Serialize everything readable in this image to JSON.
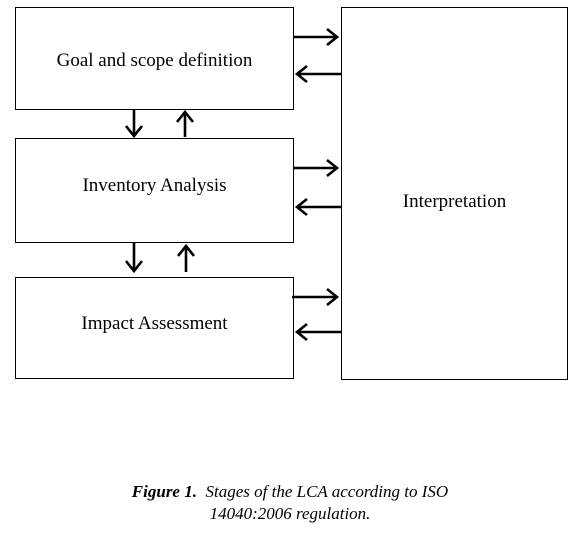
{
  "diagram": {
    "stages": {
      "goal": "Goal and scope definition",
      "inventory": "Inventory Analysis",
      "impact": "Impact Assessment"
    },
    "interpretation": "Interpretation"
  },
  "caption": {
    "label": "Figure 1.",
    "text_line1": "Stages of the LCA according to ISO",
    "text_line2": "14040:2006 regulation."
  }
}
